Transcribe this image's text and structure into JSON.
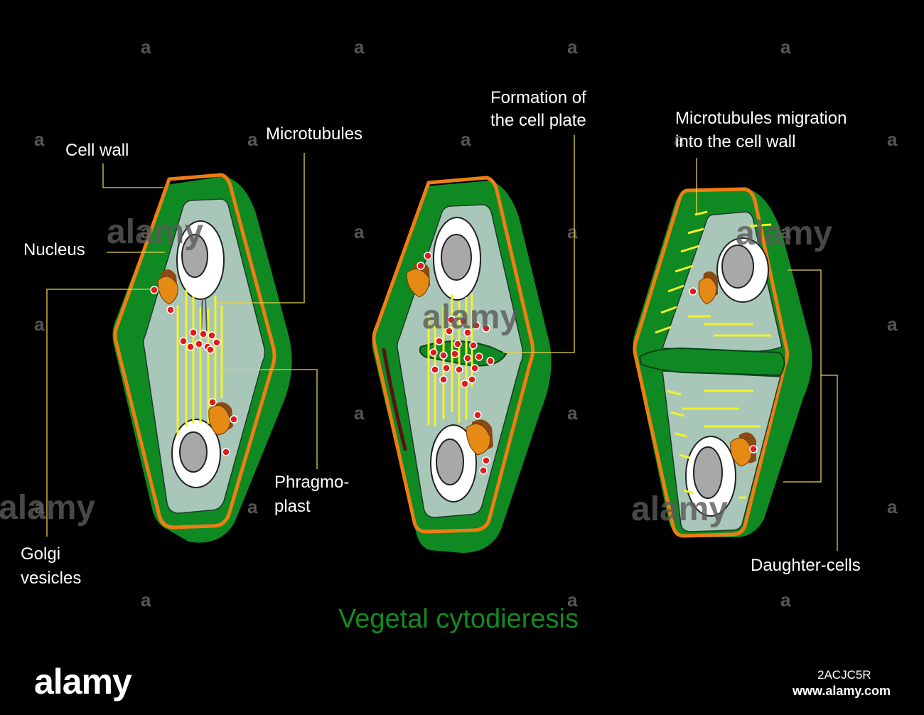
{
  "labels": {
    "cell_wall": "Cell wall",
    "nucleus": "Nucleus",
    "golgi_line1": "Golgi",
    "golgi_line2": "vesicles",
    "microtubules": "Microtubules",
    "phragmo_line1": "Phragmo-",
    "phragmo_line2": "plast",
    "formation_line1": "Formation of",
    "formation_line2": "the cell plate",
    "migration_line1": "Microtubules migration",
    "migration_line2": "into the cell wall",
    "daughter_cells": "Daughter-cells"
  },
  "caption": "Vegetal cytodieresis",
  "watermark": {
    "brand": "alamy",
    "image_id": "2ACJC5R",
    "url": "www.alamy.com",
    "mark": "a"
  },
  "colors": {
    "background": "#000000",
    "cell_green": "#0f8a23",
    "cell_wall_orange": "#f07d13",
    "cytoplasm": "#a9c7b9",
    "nucleus_white": "#ffffff",
    "nucleolus_grey": "#a8a8a8",
    "golgi_orange": "#e58a14",
    "golgi_brown": "#8a4a14",
    "vesicle_red": "#e01b1b",
    "microtubule_yellow": "#f2f22a",
    "leader_line": "#e8d24a",
    "caption_green": "#138a1f"
  }
}
